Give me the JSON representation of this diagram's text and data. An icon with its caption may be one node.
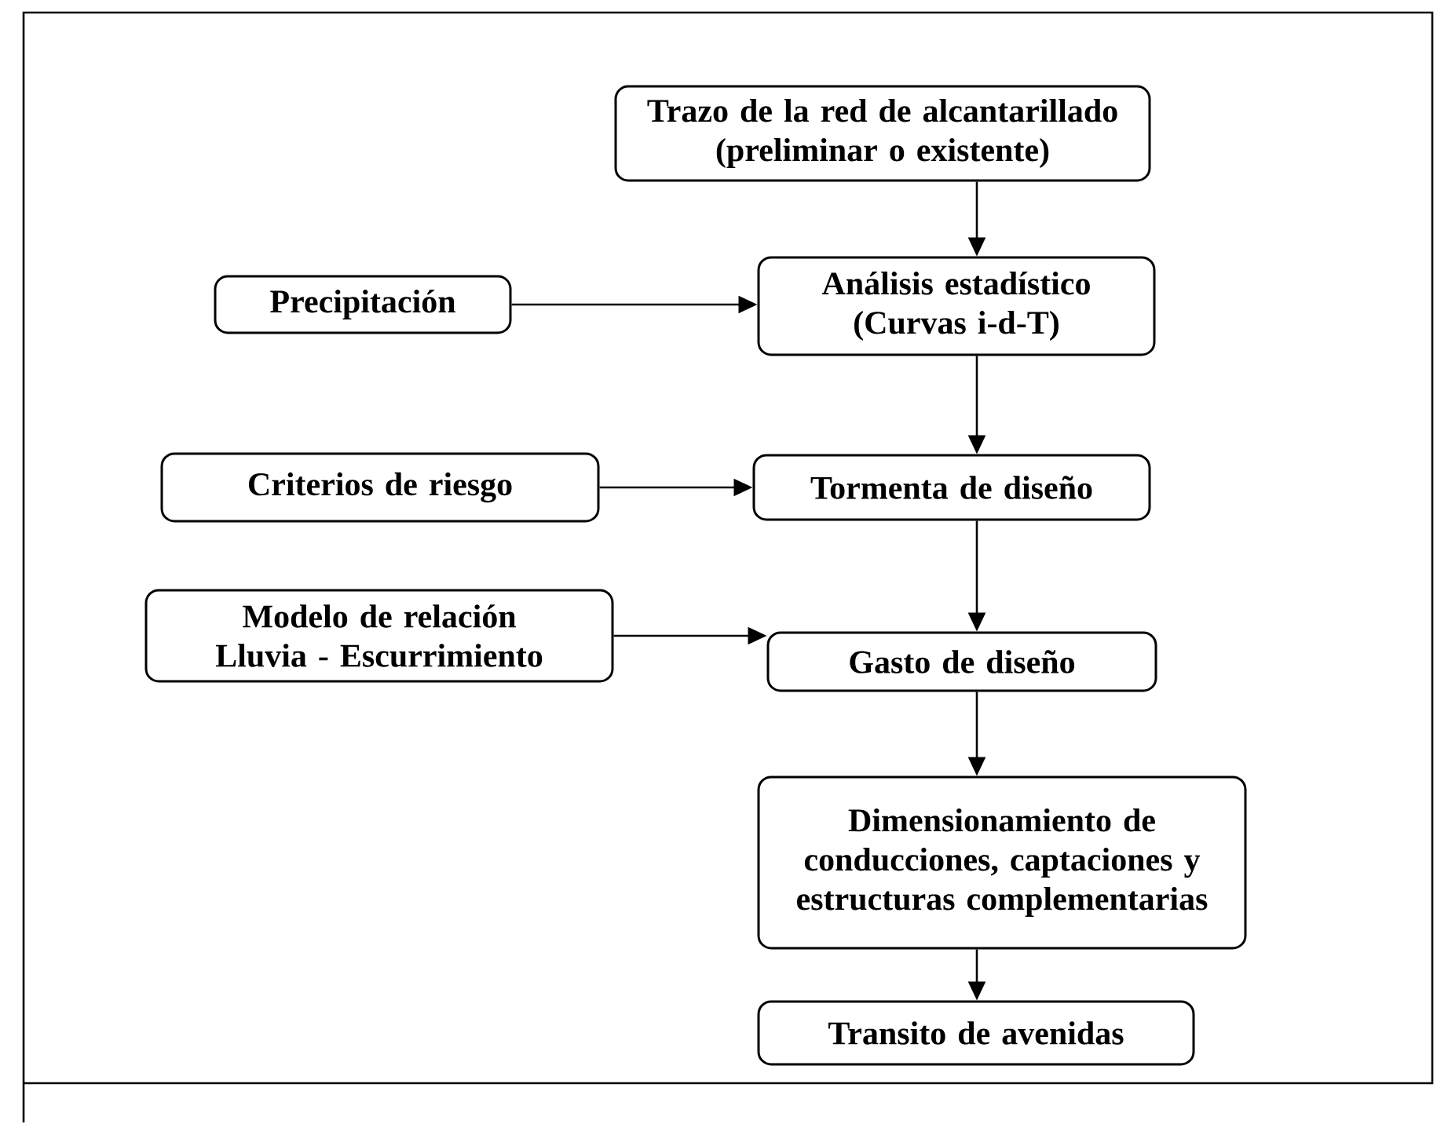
{
  "diagram": {
    "nodes": [
      {
        "text": [
          "Trazo de la red de alcantarillado (preliminar o existente)"
        ]
      },
      {
        "text": [
          "Precipitación"
        ]
      },
      {
        "text": [
          "Análisis estadístico (Curvas i-d-T)"
        ]
      },
      {
        "text": [
          "Criterios de riesgo"
        ]
      },
      {
        "text": [
          "Tormenta de diseño"
        ]
      },
      {
        "text": [
          "Modelo de relación Lluvia - Escurrimiento"
        ]
      },
      {
        "text": [
          "Gasto de diseño"
        ]
      },
      {
        "text": [
          "Dimensionamiento de conducciones, captaciones y estructuras complementarias"
        ]
      },
      {
        "text": [
          "Transito de avenidas"
        ]
      }
    ],
    "edges": [
      {
        "from": 0,
        "to": 2,
        "arrow": "to"
      },
      {
        "from": 1,
        "to": 2,
        "arrow": "to"
      },
      {
        "from": 2,
        "to": 4,
        "arrow": "to"
      },
      {
        "from": 3,
        "to": 4,
        "arrow": "to"
      },
      {
        "from": 4,
        "to": 6,
        "arrow": "to"
      },
      {
        "from": 5,
        "to": 6,
        "arrow": "to"
      },
      {
        "from": 6,
        "to": 7,
        "arrow": "to"
      },
      {
        "from": 7,
        "to": 8,
        "arrow": "to"
      }
    ]
  }
}
